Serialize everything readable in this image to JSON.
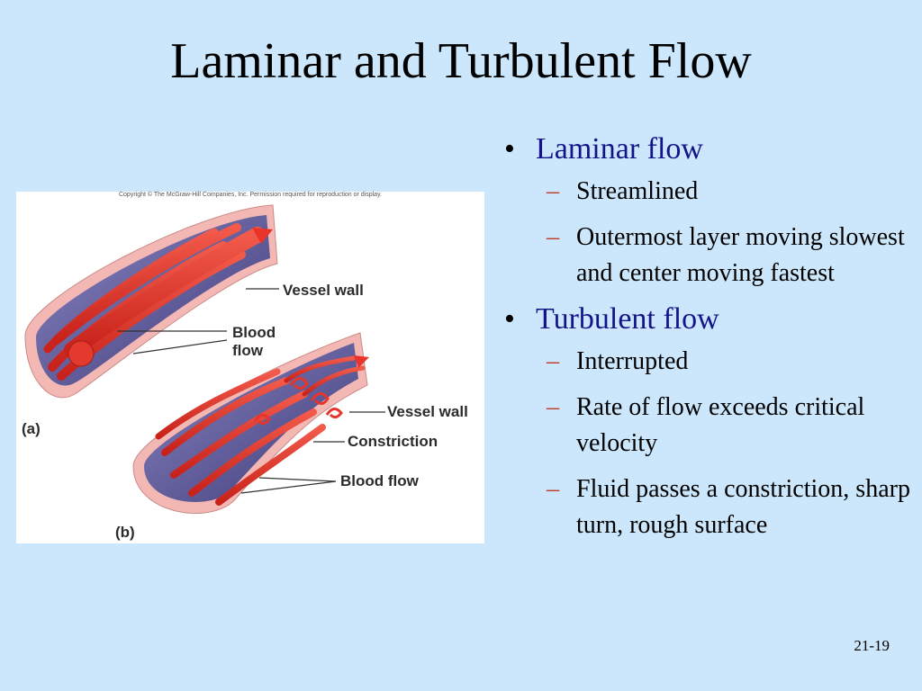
{
  "slide": {
    "title": "Laminar and Turbulent Flow",
    "number": "21-19"
  },
  "figure": {
    "copyright": "Copyright © The McGraw-Hill Companies, Inc. Permission required for reproduction or display.",
    "panel_a": {
      "tag": "(a)",
      "vessel_wall": "Vessel wall",
      "blood_flow_line1": "Blood",
      "blood_flow_line2": "flow"
    },
    "panel_b": {
      "tag": "(b)",
      "vessel_wall": "Vessel wall",
      "constriction": "Constriction",
      "blood_flow": "Blood flow"
    }
  },
  "bullets": [
    {
      "text": "Laminar flow",
      "subs": [
        "Streamlined",
        "Outermost layer moving slowest and center moving fastest"
      ]
    },
    {
      "text": "Turbulent flow",
      "subs": [
        "Interrupted",
        "Rate of flow exceeds critical velocity",
        "Fluid passes a constriction, sharp turn, rough surface"
      ]
    }
  ],
  "colors": {
    "background": "#cce7fb",
    "bullet_heading": "#14148a",
    "dash": "#c0392b",
    "vessel_wall": "#f4b8b4",
    "vessel_lumen": "#55508f",
    "blood": "#e8342a"
  }
}
